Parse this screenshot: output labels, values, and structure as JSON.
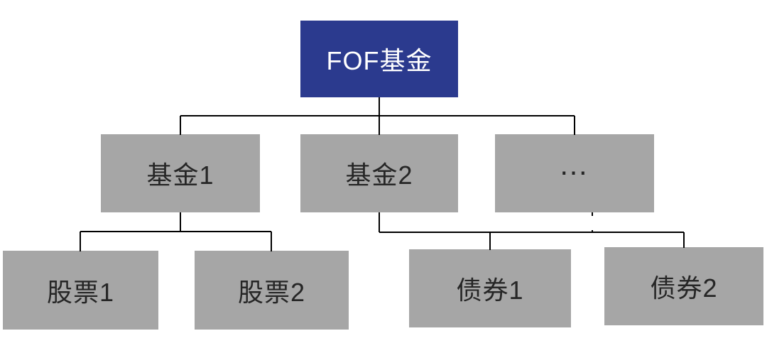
{
  "diagram": {
    "type": "org-chart",
    "root": {
      "label": "FOF基金"
    },
    "level2": [
      {
        "label": "基金1"
      },
      {
        "label": "基金2"
      },
      {
        "label": "…"
      }
    ],
    "level3": [
      {
        "label": "股票1"
      },
      {
        "label": "股票2"
      },
      {
        "label": "债券1"
      },
      {
        "label": "债券2"
      }
    ],
    "edges": [
      "FOF基金→基金1",
      "FOF基金→基金2",
      "FOF基金→…",
      "基金1→股票1",
      "基金1→股票2",
      "基金2→债券1",
      "基金2→债券2",
      "…→(hidden, masked by white rectangle)"
    ],
    "colors": {
      "root_fill": "#2b3a8e",
      "root_text": "#ffffff",
      "node_fill": "#a6a6a6",
      "node_text": "#262626",
      "node_border": "#ffffff",
      "connector": "#000000",
      "background": "#ffffff"
    }
  }
}
